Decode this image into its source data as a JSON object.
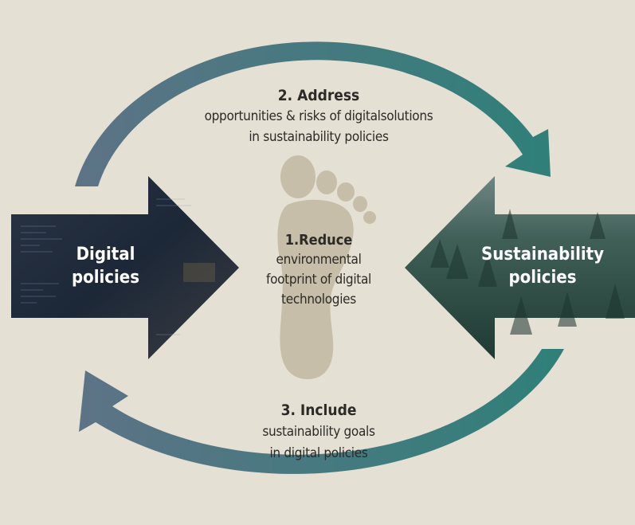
{
  "colors": {
    "background": "#e4e0d3",
    "cycle_arrow_start": "#5d7386",
    "cycle_arrow_end": "#2f8079",
    "footprint": "#c6bea8",
    "digital_arrow": "#1f2b3b",
    "sustainability_arrow": "#2d5048",
    "text": "#2c2a26"
  },
  "icons": {
    "footprint": "footprint-icon"
  },
  "left_arrow": {
    "line1": "Digital",
    "line2": "policies"
  },
  "right_arrow": {
    "line1": "Sustainability",
    "line2": "policies"
  },
  "step_address": {
    "title": "2. Address",
    "line1": "opportunities & risks of digitalsolutions",
    "line2": "in sustainability policies"
  },
  "step_reduce": {
    "title": "1.Reduce",
    "line1": "environmental",
    "line2": "footprint of digital",
    "line3": "technologies"
  },
  "step_include": {
    "title": "3. Include",
    "line1": "sustainability goals",
    "line2": "in digital policies"
  }
}
